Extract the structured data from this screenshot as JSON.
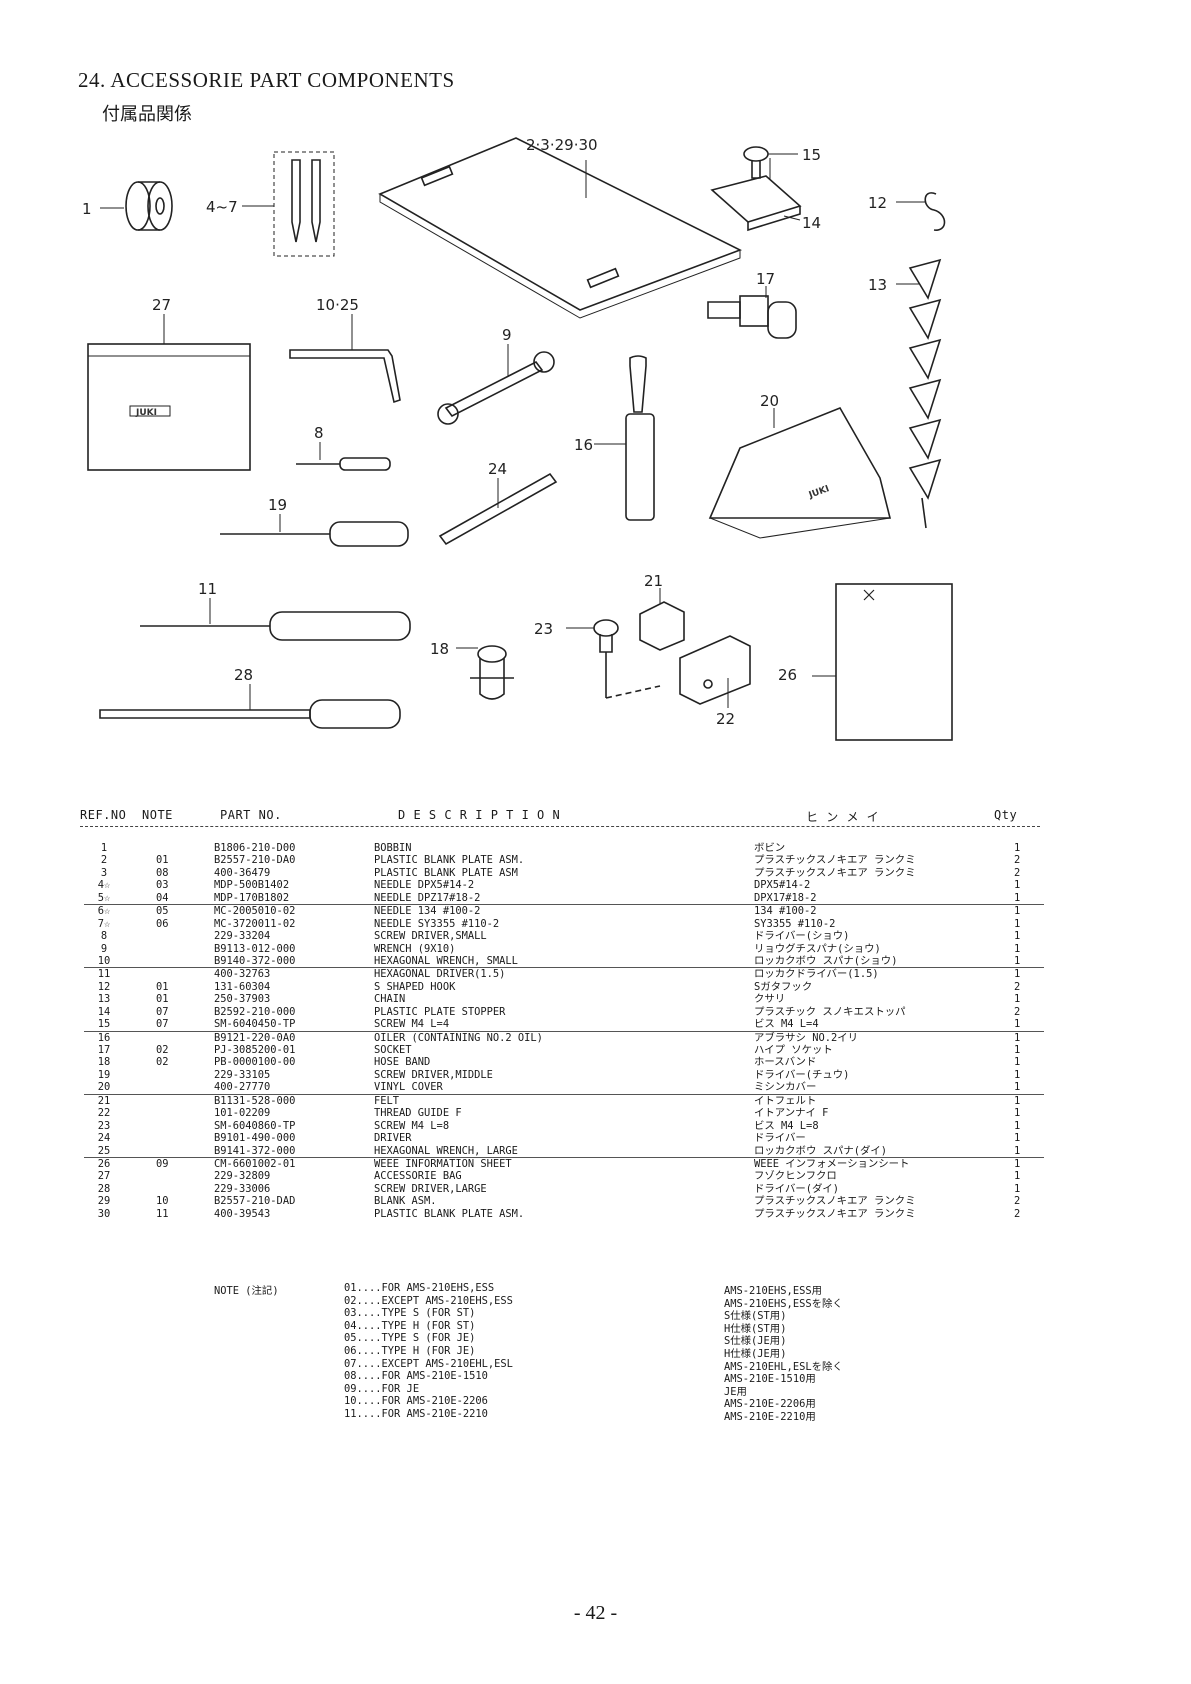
{
  "title": "24. ACCESSORIE PART COMPONENTS",
  "subtitle": "付属品関係",
  "callouts": {
    "c1": "1",
    "c4_7": "4~7",
    "c2_30": "2·3·29·30",
    "c15": "15",
    "c14": "14",
    "c12": "12",
    "c13": "13",
    "c27": "27",
    "c10_25": "10·25",
    "c9": "9",
    "c17": "17",
    "c8": "8",
    "c20": "20",
    "c16": "16",
    "c24": "24",
    "c19": "19",
    "c11": "11",
    "c21": "21",
    "c23": "23",
    "c18": "18",
    "c28": "28",
    "c22": "22",
    "c26": "26"
  },
  "brand": "JUKI",
  "headers": {
    "ref": "REF.NO",
    "note": "NOTE",
    "part": "PART NO.",
    "desc": "D E S C R I P T I O N",
    "kana": "ヒ ン メ イ",
    "qty": "Qty"
  },
  "rows": [
    {
      "ref": "1",
      "note": "",
      "part": "B1806-210-D00",
      "desc": "BOBBIN",
      "kana": "ボビン",
      "qty": "1"
    },
    {
      "ref": "2",
      "note": "01",
      "part": "B2557-210-DA0",
      "desc": "PLASTIC BLANK PLATE ASM.",
      "kana": "プラスチックスノキエア ランクミ",
      "qty": "2"
    },
    {
      "ref": "3",
      "note": "08",
      "part": "400-36479",
      "desc": "PLASTIC BLANK PLATE ASM",
      "kana": "プラスチックスノキエア ランクミ",
      "qty": "2"
    },
    {
      "ref": "4☆",
      "note": "03",
      "part": "MDP-500B1402",
      "desc": "NEEDLE DPX5#14-2",
      "kana": "DPX5#14-2",
      "qty": "1"
    },
    {
      "ref": "5☆",
      "note": "04",
      "part": "MDP-170B1802",
      "desc": "NEEDLE DPZ17#18-2",
      "kana": "DPX17#18-2",
      "qty": "1"
    },
    {
      "ref": "6☆",
      "note": "05",
      "part": "MC-2005010-02",
      "desc": "NEEDLE 134 #100-2",
      "kana": "134 #100-2",
      "qty": "1"
    },
    {
      "ref": "7☆",
      "note": "06",
      "part": "MC-3720011-02",
      "desc": "NEEDLE SY3355 #110-2",
      "kana": "SY3355 #110-2",
      "qty": "1"
    },
    {
      "ref": "8",
      "note": "",
      "part": "229-33204",
      "desc": "SCREW DRIVER,SMALL",
      "kana": "ドライバー(ショウ)",
      "qty": "1"
    },
    {
      "ref": "9",
      "note": "",
      "part": "B9113-012-000",
      "desc": "WRENCH (9X10)",
      "kana": "リョウグチスパナ(ショウ)",
      "qty": "1"
    },
    {
      "ref": "10",
      "note": "",
      "part": "B9140-372-000",
      "desc": "HEXAGONAL WRENCH, SMALL",
      "kana": "ロッカクボウ スパナ(ショウ)",
      "qty": "1"
    },
    {
      "ref": "11",
      "note": "",
      "part": "400-32763",
      "desc": "HEXAGONAL DRIVER(1.5)",
      "kana": "ロッカクドライバー(1.5)",
      "qty": "1"
    },
    {
      "ref": "12",
      "note": "01",
      "part": "131-60304",
      "desc": "S SHAPED HOOK",
      "kana": "Sガタフック",
      "qty": "2"
    },
    {
      "ref": "13",
      "note": "01",
      "part": "250-37903",
      "desc": "CHAIN",
      "kana": "クサリ",
      "qty": "1"
    },
    {
      "ref": "14",
      "note": "07",
      "part": "B2592-210-000",
      "desc": "PLASTIC PLATE STOPPER",
      "kana": "プラスチック スノキエストッパ",
      "qty": "2"
    },
    {
      "ref": "15",
      "note": "07",
      "part": "SM-6040450-TP",
      "desc": "SCREW M4 L=4",
      "kana": "ビス M4 L=4",
      "qty": "1"
    },
    {
      "ref": "16",
      "note": "",
      "part": "B9121-220-0A0",
      "desc": "OILER (CONTAINING NO.2 OIL)",
      "kana": "アブラサシ NO.2イリ",
      "qty": "1"
    },
    {
      "ref": "17",
      "note": "02",
      "part": "PJ-3085200-01",
      "desc": "SOCKET",
      "kana": "ハイプ ソケット",
      "qty": "1"
    },
    {
      "ref": "18",
      "note": "02",
      "part": "PB-0000100-00",
      "desc": "HOSE BAND",
      "kana": "ホースバンド",
      "qty": "1"
    },
    {
      "ref": "19",
      "note": "",
      "part": "229-33105",
      "desc": "SCREW DRIVER,MIDDLE",
      "kana": "ドライバー(チュウ)",
      "qty": "1"
    },
    {
      "ref": "20",
      "note": "",
      "part": "400-27770",
      "desc": "VINYL COVER",
      "kana": "ミシンカバー",
      "qty": "1"
    },
    {
      "ref": "21",
      "note": "",
      "part": "B1131-528-000",
      "desc": "FELT",
      "kana": "イトフェルト",
      "qty": "1"
    },
    {
      "ref": "22",
      "note": "",
      "part": "101-02209",
      "desc": "THREAD GUIDE F",
      "kana": "イトアンナイ F",
      "qty": "1"
    },
    {
      "ref": "23",
      "note": "",
      "part": "SM-6040860-TP",
      "desc": "SCREW M4 L=8",
      "kana": "ビス M4 L=8",
      "qty": "1"
    },
    {
      "ref": "24",
      "note": "",
      "part": "B9101-490-000",
      "desc": "DRIVER",
      "kana": "ドライバー",
      "qty": "1"
    },
    {
      "ref": "25",
      "note": "",
      "part": "B9141-372-000",
      "desc": "HEXAGONAL WRENCH, LARGE",
      "kana": "ロッカクボウ スパナ(ダイ)",
      "qty": "1"
    },
    {
      "ref": "26",
      "note": "09",
      "part": "CM-6601002-01",
      "desc": "WEEE INFORMATION SHEET",
      "kana": "WEEE インフォメーションシート",
      "qty": "1"
    },
    {
      "ref": "27",
      "note": "",
      "part": "229-32809",
      "desc": "ACCESSORIE BAG",
      "kana": "フゾクヒンフクロ",
      "qty": "1"
    },
    {
      "ref": "28",
      "note": "",
      "part": "229-33006",
      "desc": "SCREW DRIVER,LARGE",
      "kana": "ドライバー(ダイ)",
      "qty": "1"
    },
    {
      "ref": "29",
      "note": "10",
      "part": "B2557-210-DAD",
      "desc": "BLANK ASM.",
      "kana": "プラスチックスノキエア ランクミ",
      "qty": "2"
    },
    {
      "ref": "30",
      "note": "11",
      "part": "400-39543",
      "desc": "PLASTIC BLANK PLATE ASM.",
      "kana": "プラスチックスノキエア ランクミ",
      "qty": "2"
    }
  ],
  "notes_label": "NOTE (注記)",
  "notes": [
    {
      "en": "01....FOR AMS-210EHS,ESS",
      "jp": "AMS-210EHS,ESS用"
    },
    {
      "en": "02....EXCEPT AMS-210EHS,ESS",
      "jp": "AMS-210EHS,ESSを除く"
    },
    {
      "en": "03....TYPE S (FOR ST)",
      "jp": "S仕様(ST用)"
    },
    {
      "en": "04....TYPE H (FOR ST)",
      "jp": "H仕様(ST用)"
    },
    {
      "en": "05....TYPE S (FOR JE)",
      "jp": "S仕様(JE用)"
    },
    {
      "en": "06....TYPE H (FOR JE)",
      "jp": "H仕様(JE用)"
    },
    {
      "en": "07....EXCEPT AMS-210EHL,ESL",
      "jp": "AMS-210EHL,ESLを除く"
    },
    {
      "en": "08....FOR AMS-210E-1510",
      "jp": "AMS-210E-1510用"
    },
    {
      "en": "09....FOR JE",
      "jp": "JE用"
    },
    {
      "en": "10....FOR AMS-210E-2206",
      "jp": "AMS-210E-2206用"
    },
    {
      "en": "11....FOR AMS-210E-2210",
      "jp": "AMS-210E-2210用"
    }
  ],
  "page_number": "- 42 -"
}
